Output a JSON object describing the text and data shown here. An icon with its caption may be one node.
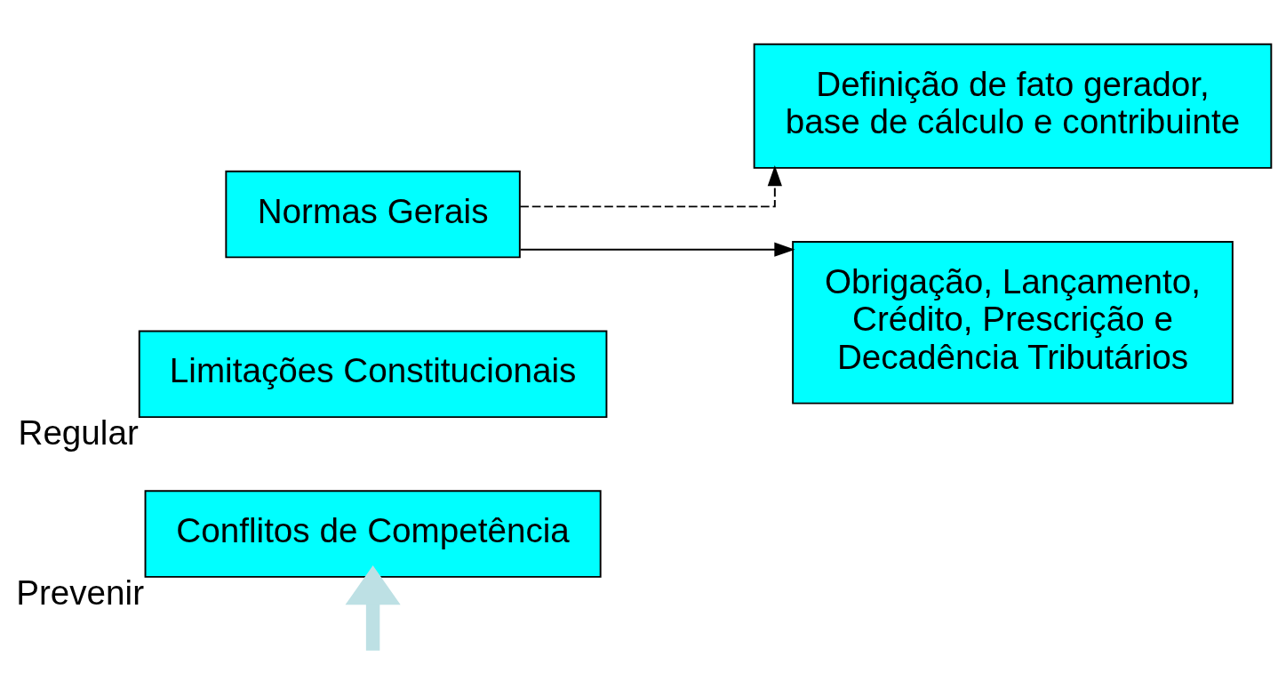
{
  "diagram": {
    "nodes": [
      {
        "text": [
          "Conflitos de Competência"
        ],
        "beside": [
          "Prevenir"
        ]
      },
      {
        "text": [
          "Limitações Constitucionais"
        ],
        "beside": [
          "Regular"
        ]
      },
      {
        "text": [
          "Normas Gerais"
        ]
      },
      {
        "text": [
          "Definição de fato gerador, base de cálculo e contribuinte"
        ]
      },
      {
        "text": [
          "Obrigação, Lançamento, Crédito, Prescrição e Decadência Tributários"
        ]
      }
    ],
    "edges": [
      {
        "from": null,
        "to": 0,
        "arrow": "to",
        "style": "thick",
        "color": "#bde0e4"
      },
      {
        "from": 2,
        "to": 3,
        "arrow": "to",
        "style": "dashed"
      },
      {
        "from": 2,
        "to": 4,
        "arrow": "to"
      }
    ]
  }
}
